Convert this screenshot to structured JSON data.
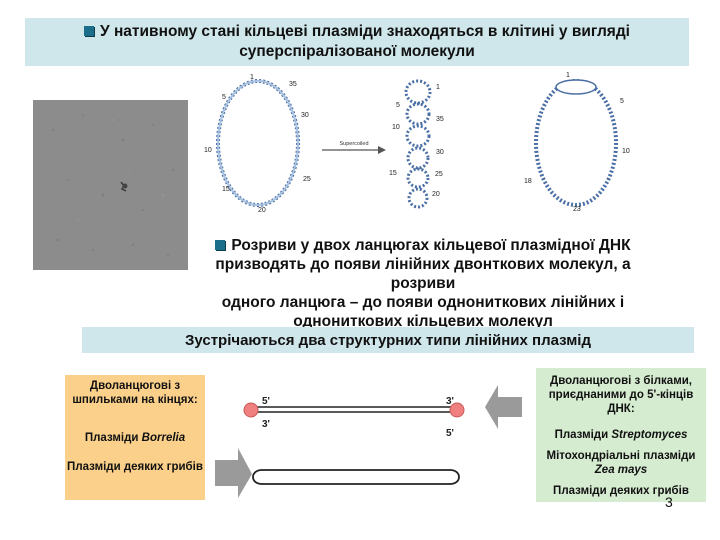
{
  "header": {
    "line1": "У нативному стані кільцеві плазміди знаходяться в клітині у вигляді",
    "line2": "суперспіралізованої молекули"
  },
  "figure": {
    "arrow_label": "Supercoiled",
    "left_ring_labels": [
      "1",
      "35",
      "5",
      "30",
      "10",
      "25",
      "15",
      "20"
    ],
    "middle_labels": [
      "1",
      "5",
      "10",
      "15",
      "20",
      "25",
      "30",
      "35"
    ],
    "right_ring_labels": [
      "1",
      "5",
      "10",
      "18",
      "23"
    ]
  },
  "note": {
    "line1": "Розриви у двох ланцюгах кільцевої плазмідної ДНК",
    "line2": "призводять до появи лінійних двонткових молекул, а розриви",
    "line3": "одного ланцюга – до появи однониткових лінійних і",
    "line4": "однониткових кільцевих молекул"
  },
  "types_banner": "Зустрічаються два структурних типи лінійних плазмід",
  "left_box": {
    "title": "Дволанцюгові з шпильками на кінцях:",
    "item1_prefix": "Плазміди ",
    "item1_italic": "Borrelia",
    "item2": "Плазміди деяких грибів"
  },
  "right_box": {
    "title": "Дволанцюгові з білками, приєднаними до 5'-кінців ДНК:",
    "item1_prefix": "Плазміди ",
    "item1_italic": "Streptomyces",
    "item2_prefix": "Мітохондріальні плазміди ",
    "item2_italic": "Zea mays",
    "item3": "Плазміди деяких грибів"
  },
  "linear_labels": {
    "top_left": "5'",
    "top_right": "3'",
    "bottom_left": "3'",
    "bottom_right": "5'"
  },
  "page_number": "3",
  "colors": {
    "banner_bg": "#cfe6ea",
    "left_box_bg": "#fbd08a",
    "right_box_bg": "#d6ecd1",
    "bullet": "#1b6f8a",
    "strand": "#222222",
    "end_protein": "#f08080",
    "grey_arrow": "#9a9a9a"
  }
}
